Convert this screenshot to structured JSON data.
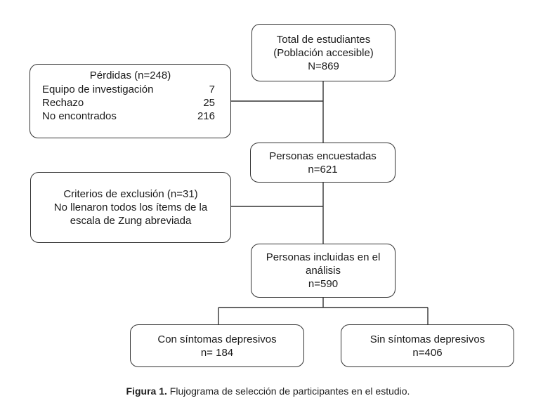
{
  "nodes": {
    "total": {
      "lines": [
        "Total de estudiantes",
        "(Población accesible)",
        "N=869"
      ]
    },
    "encuestadas": {
      "lines": [
        "Personas encuestadas",
        "n=621"
      ]
    },
    "incluidas": {
      "lines": [
        "Personas incluidas en el",
        "análisis",
        "n=590"
      ]
    },
    "con_sintomas": {
      "lines": [
        "Con síntomas depresivos",
        "n= 184"
      ]
    },
    "sin_sintomas": {
      "lines": [
        "Sin síntomas depresivos",
        "n=406"
      ]
    },
    "perdidas": {
      "title": "Pérdidas (n=248)",
      "items": [
        {
          "label": "Equipo de investigación",
          "value": "7"
        },
        {
          "label": "Rechazo",
          "value": "25"
        },
        {
          "label": "No encontrados",
          "value": "216"
        }
      ]
    },
    "exclusion": {
      "lines": [
        "Criterios de exclusión (n=31)",
        "No llenaron todos los ítems de la",
        "escala de Zung abreviada"
      ]
    }
  },
  "caption": {
    "label": "Figura 1.",
    "text": " Flujograma de selección de participantes en el estudio."
  },
  "colors": {
    "stroke": "#333333",
    "text": "#1a1a1a"
  }
}
